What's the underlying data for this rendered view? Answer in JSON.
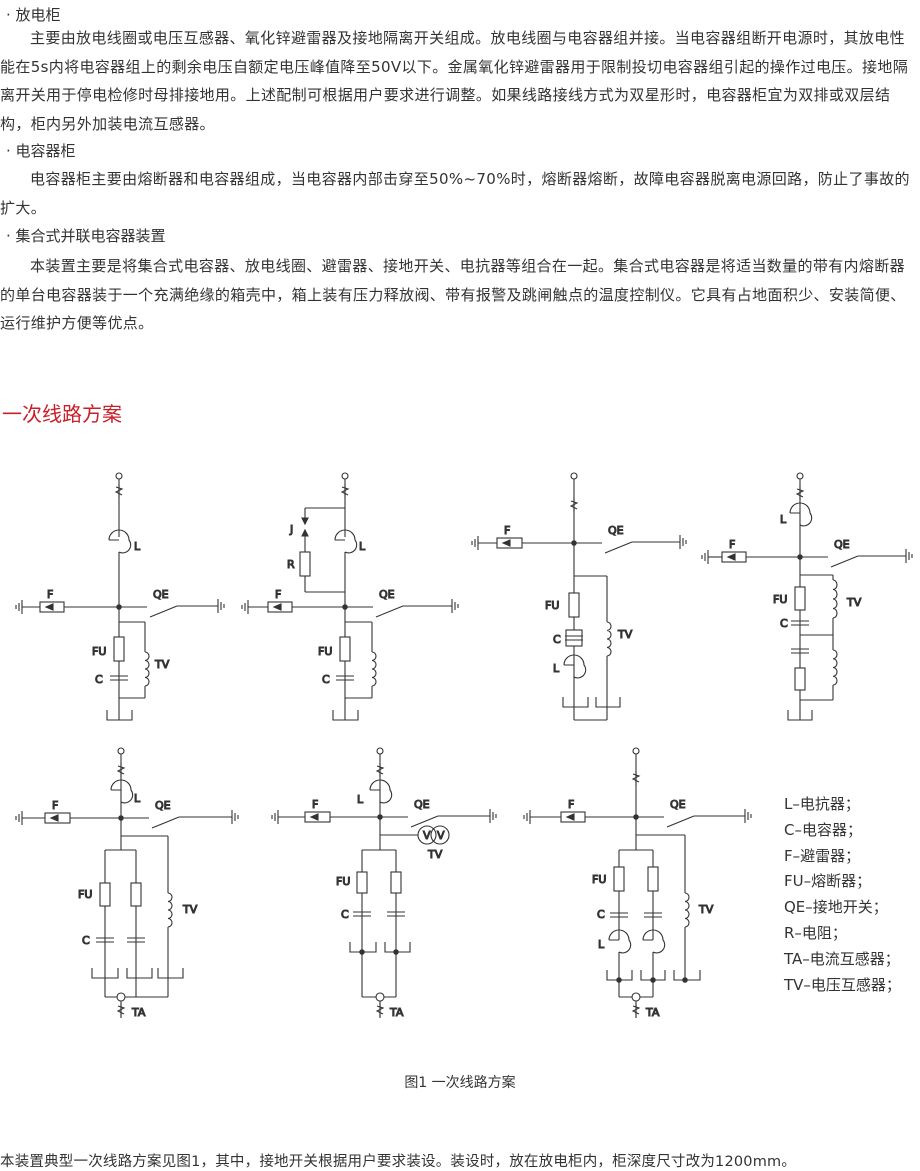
{
  "sections": [
    {
      "bullet": "· 放电柜",
      "text": "主要由放电线圈或电压互感器、氧化锌避雷器及接地隔离开关组成。放电线圈与电容器组并接。当电容器组断开电源时，其放电性能在5s内将电容器组上的剩余电压自额定电压峰值降至50V以下。金属氧化锌避雷器用于限制投切电容器组引起的操作过电压。接地隔离开关用于停电检修时母排接地用。上述配制可根据用户要求进行调整。如果线路接线方式为双星形时，电容器柜宜为双排或双层结构，柜内另外加装电流互感器。"
    },
    {
      "bullet": "· 电容器柜",
      "text": "电容器柜主要由熔断器和电容器组成，当电容器内部击穿至50%~70%时，熔断器熔断，故障电容器脱离电源回路，防止了事故的扩大。"
    },
    {
      "bullet": "· 集合式并联电容器装置",
      "text": "本装置主要是将集合式电容器、放电线圈、避雷器、接地开关、电抗器等组合在一起。集合式电容器是将适当数量的带有内熔断器的单台电容器装于一个充满绝缘的箱壳中，箱上装有压力释放阀、带有报警及跳闸触点的温度控制仪。它具有占地面积少、安装简便、运行维护方便等优点。"
    }
  ],
  "heading": "一次线路方案",
  "symbols": {
    "L": "L",
    "C": "C",
    "F": "F",
    "FU": "FU",
    "QE": "QE",
    "TV": "TV",
    "TA": "TA",
    "R": "R",
    "J": "J",
    "V": "V"
  },
  "legend": [
    "L–电抗器；",
    "C–电容器；",
    "F–避雷器；",
    "FU–熔断器；",
    "QE–接地开关；",
    "R–电阻；",
    "TA–电流互感器；",
    "TV–电压互感器；"
  ],
  "caption": "图1   一次线路方案",
  "footer": "本装置典型一次线路方案见图1，其中，接地开关根据用户要求装设。装设时，放在放电柜内，柜深度尺寸改为1200mm。",
  "colors": {
    "heading": "#c8202a",
    "text": "#333333",
    "line": "#333333"
  }
}
